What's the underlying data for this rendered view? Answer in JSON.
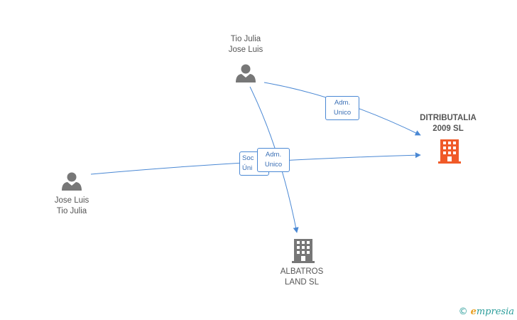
{
  "nodes": {
    "person_top": {
      "line1": "Tio Julia",
      "line2": "Jose Luis"
    },
    "person_left": {
      "line1": "Jose Luis",
      "line2": "Tio Julia"
    },
    "company_main": {
      "line1": "DITRIBUTALIA",
      "line2": "2009 SL",
      "color": "#f05a28"
    },
    "company_bottom": {
      "line1": "ALBATROS",
      "line2": "LAND SL",
      "color": "#777777"
    }
  },
  "edges": {
    "top_to_main": {
      "line1": "Adm.",
      "line2": "Unico"
    },
    "left_socio": {
      "line1": "Soc",
      "line2": "Úni"
    },
    "left_to_main": {
      "line1": "Adm.",
      "line2": "Unico"
    }
  },
  "colors": {
    "edge": "#4a88d4",
    "person": "#777777"
  },
  "watermark": {
    "symbol": "©",
    "brand_initial": "e",
    "brand_rest": "mpresia"
  }
}
